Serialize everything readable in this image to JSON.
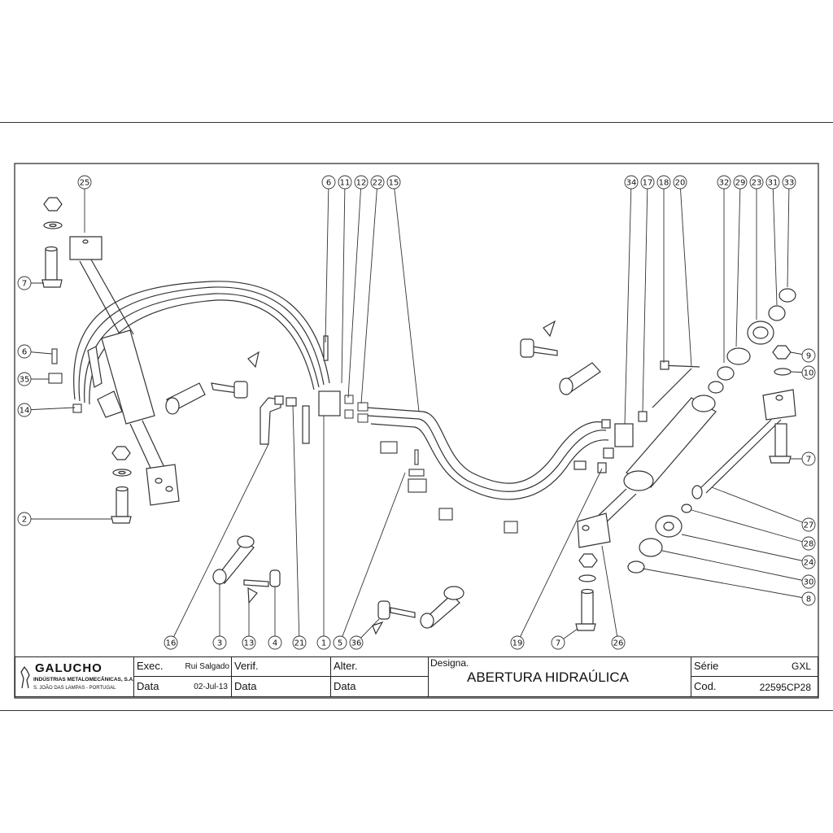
{
  "drawing": {
    "callouts_top": [
      "25",
      "6",
      "11",
      "12",
      "22",
      "15",
      "34",
      "17",
      "18",
      "20",
      "32",
      "29",
      "23",
      "31",
      "33"
    ],
    "callouts_left": [
      "7",
      "6",
      "35",
      "14",
      "2"
    ],
    "callouts_right": [
      "9",
      "10",
      "7",
      "27",
      "28",
      "24",
      "30",
      "8"
    ],
    "callouts_bottom": [
      "16",
      "3",
      "13",
      "4",
      "21",
      "1",
      "5",
      "36",
      "19",
      "7",
      "26"
    ]
  },
  "title_block": {
    "company": {
      "name": "GALUCHO",
      "line1": "INDÚSTRIAS METALOMECÂNICAS, S.A.",
      "line2": "S. JOÃO DAS LAMPAS - PORTUGAL"
    },
    "exec_label": "Exec.",
    "exec_value": "Rui Salgado",
    "data_label": "Data",
    "data_value": "02-Jul-13",
    "verif_label": "Verif.",
    "verif_data_label": "Data",
    "alter_label": "Alter.",
    "alter_data_label": "Data",
    "designa_label": "Designa.",
    "designation": "ABERTURA HIDRAÚLICA",
    "serie_label": "Série",
    "serie_value": "GXL",
    "cod_label": "Cod.",
    "cod_value": "22595CP28"
  }
}
